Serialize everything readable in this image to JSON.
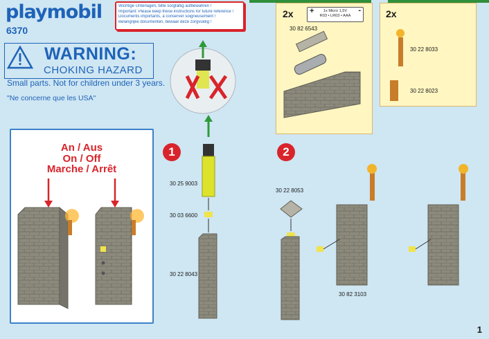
{
  "header": {
    "brand": "playmobil",
    "product_number": "6370",
    "notice_lines": [
      "Wichtige Unterlagen, bitte sorgfältig aufbewahren !",
      "Important: Please keep these instructions for future reference !",
      "Documents importants, à conserver soigneusement !",
      "Belangrijke documenten, bewaar deze zorgvuldig !"
    ]
  },
  "warning": {
    "title": "WARNING:",
    "subtitle": "CHOKING HAZARD",
    "body": "Small parts. Not for children under 3 years.",
    "usa_note": "\"Ne concerne que les USA\""
  },
  "switch_panel": {
    "line1": "An / Aus",
    "line2": "On / Off",
    "line3": "Marche / Arrêt"
  },
  "parts_box_1": {
    "quantity": "2x",
    "battery_title": "1x Micro 1,5V",
    "battery_types": "R03 • LR03 • AAA",
    "battery_plus": "+",
    "battery_minus": "-",
    "part_code": "30 82 6543"
  },
  "parts_box_2": {
    "quantity": "2x",
    "part_code_a": "30 22 8033",
    "part_code_b": "30 22 8023"
  },
  "steps": {
    "step1": "1",
    "step2": "2",
    "code_unit": "30 25 9003",
    "code_clip": "30 03 6600",
    "code_pillar": "30 22 8043",
    "code_cap": "30 22 8053",
    "code_wall": "30 82 3103"
  },
  "page_number": "1",
  "colors": {
    "background": "#cfe6f3",
    "brand_blue": "#1e63b8",
    "accent_red": "#d9242b",
    "parts_box": "#fff6c2",
    "stone": "#8c8a7c",
    "battery_yellow": "#dde22a"
  }
}
